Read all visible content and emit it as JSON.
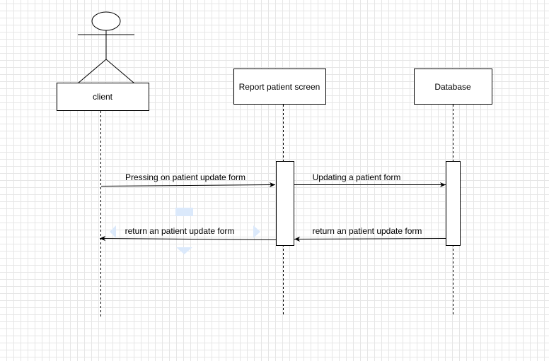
{
  "participants": {
    "client": {
      "label": "client",
      "kind": "actor"
    },
    "report_screen": {
      "label": "Report patient screen"
    },
    "database": {
      "label": "Database"
    }
  },
  "messages": [
    {
      "label": "Pressing on patient update form",
      "from": "client",
      "to": "report_screen",
      "style": "solid"
    },
    {
      "label": "Updating a patient form",
      "from": "report_screen",
      "to": "database",
      "style": "solid"
    },
    {
      "label": "return an patient update form",
      "from": "report_screen",
      "to": "client",
      "style": "solid"
    },
    {
      "label": "return an patient update form",
      "from": "database",
      "to": "report_screen",
      "style": "solid"
    }
  ],
  "colors": {
    "line": "#000000",
    "box_fill": "#ffffff",
    "hover_arrows": "#dbe9fb"
  }
}
